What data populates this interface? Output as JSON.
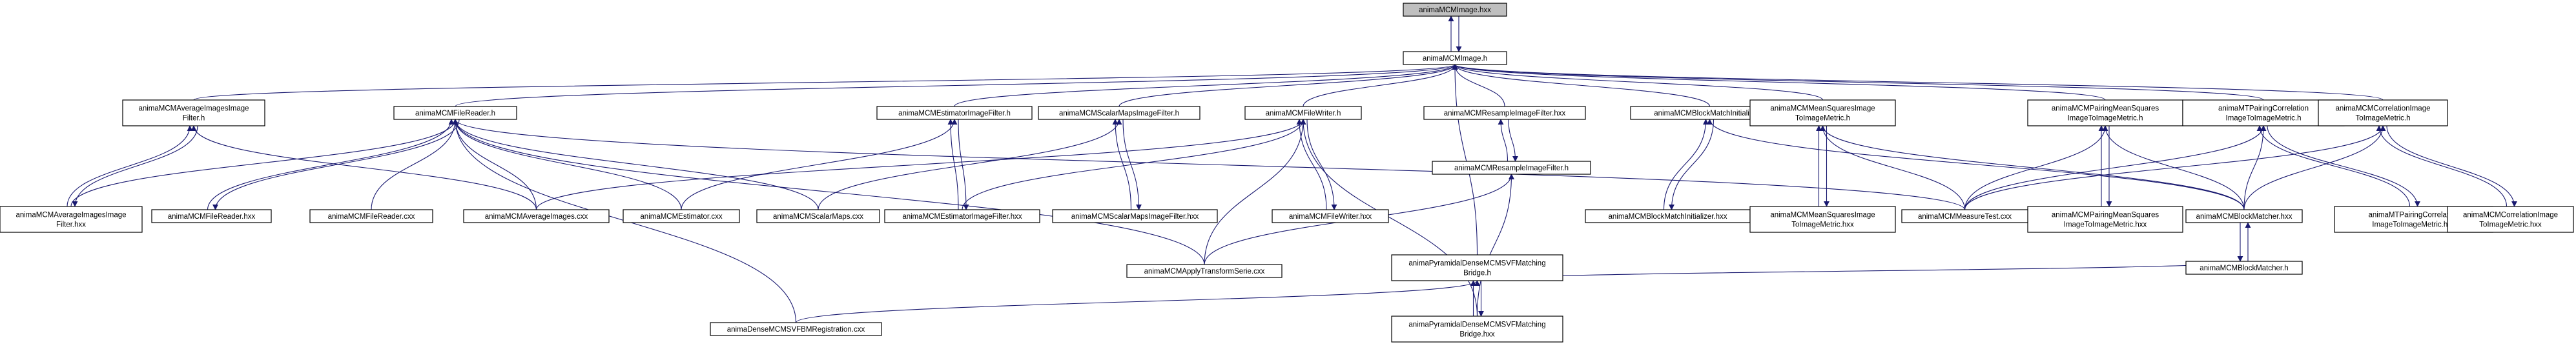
{
  "graph": {
    "colors": {
      "edge": "#191970",
      "node_border": "#000000",
      "root_fill": "#bfbfbf",
      "node_fill": "#ffffff"
    },
    "nodes": {
      "root": [
        "animaMCMImage.hxx"
      ],
      "mcmimage_h": [
        "animaMCMImage.h"
      ],
      "avg_filter_h": [
        "animaMCMAverageImagesImage",
        "Filter.h"
      ],
      "avg_filter_hxx": [
        "animaMCMAverageImagesImage",
        "Filter.hxx"
      ],
      "filereader_h": [
        "animaMCMFileReader.h"
      ],
      "filereader_hxx": [
        "animaMCMFileReader.hxx"
      ],
      "filereader_cxx": [
        "animaMCMFileReader.cxx"
      ],
      "estimator_filter_h": [
        "animaMCMEstimatorImageFilter.h"
      ],
      "estimator_cxx": [
        "animaMCMEstimator.cxx"
      ],
      "scalarmaps_filter_h": [
        "animaMCMScalarMapsImageFilter.h"
      ],
      "scalarmaps_cxx": [
        "animaMCMScalarMaps.cxx"
      ],
      "averageimages_cxx": [
        "animaMCMAverageImages.cxx"
      ],
      "estimator_filter_hxx": [
        "animaMCMEstimatorImageFilter.hxx"
      ],
      "scalarmaps_filter_hxx": [
        "animaMCMScalarMapsImageFilter.hxx"
      ],
      "filewriter_h": [
        "animaMCMFileWriter.h"
      ],
      "filewriter_hxx": [
        "animaMCMFileWriter.hxx"
      ],
      "resample_h1": [
        "animaMCMResampleImageFilter.hxx"
      ],
      "resample_h2": [
        "animaMCMResampleImageFilter.h"
      ],
      "blockmatch_init_h": [
        "animaMCMBlockMatchInitializer.h"
      ],
      "blockmatch_init_hxx": [
        "animaMCMBlockMatchInitializer.hxx"
      ],
      "meansq_h": [
        "animaMCMMeanSquaresImage",
        "ToImageMetric.h"
      ],
      "meansq_hxx": [
        "animaMCMMeanSquaresImage",
        "ToImageMetric.hxx"
      ],
      "pairing_meansq_h": [
        "animaMCMPairingMeanSquares",
        "ImageToImageMetric.h"
      ],
      "pairing_meansq_hxx": [
        "animaMCMPairingMeanSquares",
        "ImageToImageMetric.hxx"
      ],
      "mt_pairing_corr_h": [
        "animaMTPairingCorrelation",
        "ImageToImageMetric.h"
      ],
      "mt_pairing_corr_hxx": [
        "animaMTPairingCorrelation",
        "ImageToImageMetric.hxx"
      ],
      "corr_h": [
        "animaMCMCorrelationImage",
        "ToImageMetric.h"
      ],
      "corr_hxx": [
        "animaMCMCorrelationImage",
        "ToImageMetric.hxx"
      ],
      "measuretest_cxx": [
        "animaMCMMeasureTest.cxx"
      ],
      "blockmatcher_hxx": [
        "animaMCMBlockMatcher.hxx"
      ],
      "blockmatcher_h": [
        "animaMCMBlockMatcher.h"
      ],
      "apply_transform_cxx": [
        "animaMCMApplyTransformSerie.cxx"
      ],
      "pyramidal_h": [
        "animaPyramidalDenseMCMSVFMatching",
        "Bridge.h"
      ],
      "pyramidal_hxx": [
        "animaPyramidalDenseMCMSVFMatching",
        "Bridge.hxx"
      ],
      "dense_reg_cxx": [
        "animaDenseMCMSVFBMRegistration.cxx"
      ]
    }
  }
}
